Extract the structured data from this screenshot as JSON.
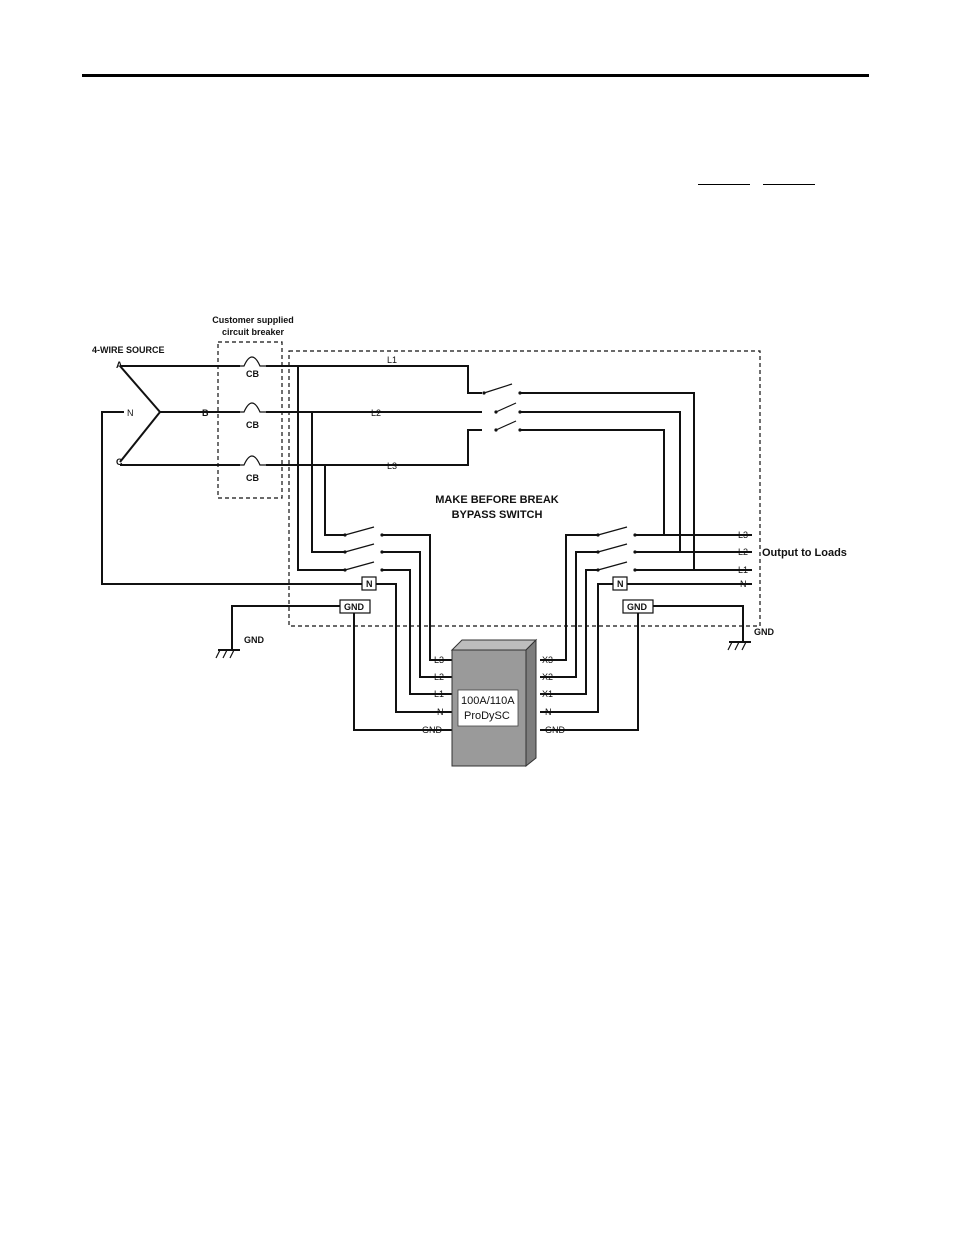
{
  "diagram": {
    "source_label": "4-WIRE SOURCE",
    "source_terminals": {
      "a": "A",
      "n": "N",
      "b": "B",
      "c": "C"
    },
    "breaker_title_1": "Customer supplied",
    "breaker_title_2": "circuit breaker",
    "breaker_label": "CB",
    "line_labels": {
      "l1": "L1",
      "l2": "L2",
      "l3": "L3"
    },
    "bypass_title_1": "MAKE BEFORE BREAK",
    "bypass_title_2": "BYPASS SWITCH",
    "output_terminals": {
      "l3": "L3",
      "l2": "L2",
      "l1": "L1",
      "n": "N"
    },
    "output_label": "Output to Loads",
    "neutral_block": "N",
    "ground_block": "GND",
    "ground_label": "GND",
    "unit_name_1": "100A/110A",
    "unit_name_2": "ProDySC",
    "unit_left_terminals": [
      "L3",
      "L2",
      "L1",
      "N",
      "GND"
    ],
    "unit_right_terminals": [
      "X3",
      "X2",
      "X1",
      "N",
      "GND"
    ],
    "colors": {
      "line": "#111111",
      "unit_fill": "#9a9a9a",
      "label_fill": "#ffffff"
    }
  }
}
